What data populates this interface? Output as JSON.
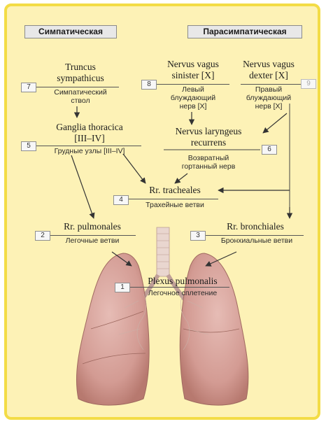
{
  "headers": {
    "sympathetic": "Симпатическая",
    "parasympathetic": "Парасимпатическая"
  },
  "nodes": {
    "truncus": {
      "num": "7",
      "latin_line1": "Truncus",
      "latin_line2": "sympathicus",
      "ru_line1": "Симпатический",
      "ru_line2": "ствол"
    },
    "vagus_sinister": {
      "num": "8",
      "latin_line1": "Nervus vagus",
      "latin_line2": "sinister [X]",
      "ru_line1": "Левый",
      "ru_line2": "блуждающий",
      "ru_line3": "нерв [X]"
    },
    "vagus_dexter": {
      "num": "9",
      "latin_line1": "Nervus vagus",
      "latin_line2": "dexter [X]",
      "ru_line1": "Правый",
      "ru_line2": "блуждающий",
      "ru_line3": "нерв [X]"
    },
    "ganglia": {
      "num": "5",
      "latin_line1": "Ganglia thoracica",
      "latin_line2": "[III–IV]",
      "ru_line1": "Грудные узлы [III–IV]"
    },
    "laryngeus": {
      "num": "6",
      "latin_line1": "Nervus laryngeus",
      "latin_line2": "recurrens",
      "ru_line1": "Возвратный",
      "ru_line2": "гортанный нерв"
    },
    "tracheales": {
      "num": "4",
      "latin_line1": "Rr. tracheales",
      "ru_line1": "Трахейные ветви"
    },
    "pulmonales": {
      "num": "2",
      "latin_line1": "Rr. pulmonales",
      "ru_line1": "Легочные ветви"
    },
    "bronchiales": {
      "num": "3",
      "latin_line1": "Rr. bronchiales",
      "ru_line1": "Бронхиальные ветви"
    },
    "plexus": {
      "num": "1",
      "latin_line1": "Plexus pulmonalis",
      "ru_line1": "Легочное сплетение"
    }
  },
  "colors": {
    "frame_border": "#f3dc46",
    "frame_fill": "#fdf2b6",
    "lung_fill": "#d7a09a"
  }
}
